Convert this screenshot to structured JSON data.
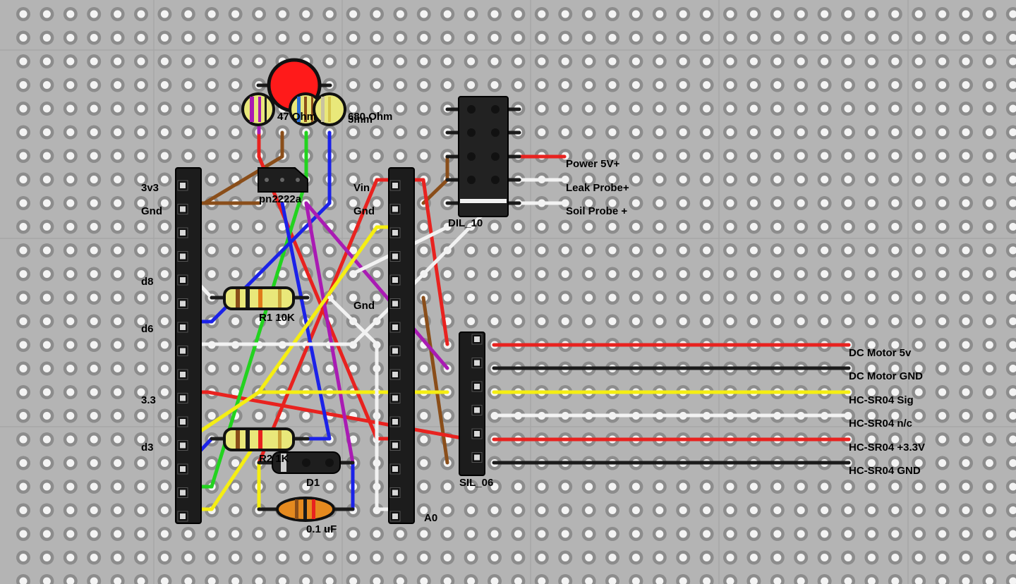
{
  "header_labels": {
    "left": [
      "3v3",
      "Gnd",
      "d8",
      "d6",
      "3.3",
      "d3"
    ],
    "mid": [
      "Vin",
      "Gnd",
      "Gnd",
      "A0"
    ]
  },
  "components": {
    "r_top_left": "47 Ohm",
    "r_top_right": "680 Ohm",
    "led_label": "5mm",
    "transistor": "pn2222a",
    "r1": "R1 10K",
    "r2": "R2 1K",
    "diode": "D1",
    "cap": "0.1 uF",
    "dil": "DIL_10",
    "sil": "SIL_06"
  },
  "dil_pins": [
    "Power 5V+",
    "Leak Probe+",
    "Soil Probe +"
  ],
  "sil_pins": [
    "DC Motor 5v",
    "DC Motor GND",
    "HC-SR04 Sig",
    "HC-SR04 n/c",
    "HC-SR04 +3.3V",
    "HC-SR04 GND"
  ],
  "colors": {
    "board": "#b4b4b4",
    "red": "#e8221f",
    "blue": "#1b22e8",
    "green": "#22d31f",
    "yellow": "#f5ee12",
    "white": "#f2f2f2",
    "purple": "#a91bb3",
    "brown": "#8a4e1a",
    "black": "#1b1b1b",
    "led": "#ff1a1a"
  }
}
